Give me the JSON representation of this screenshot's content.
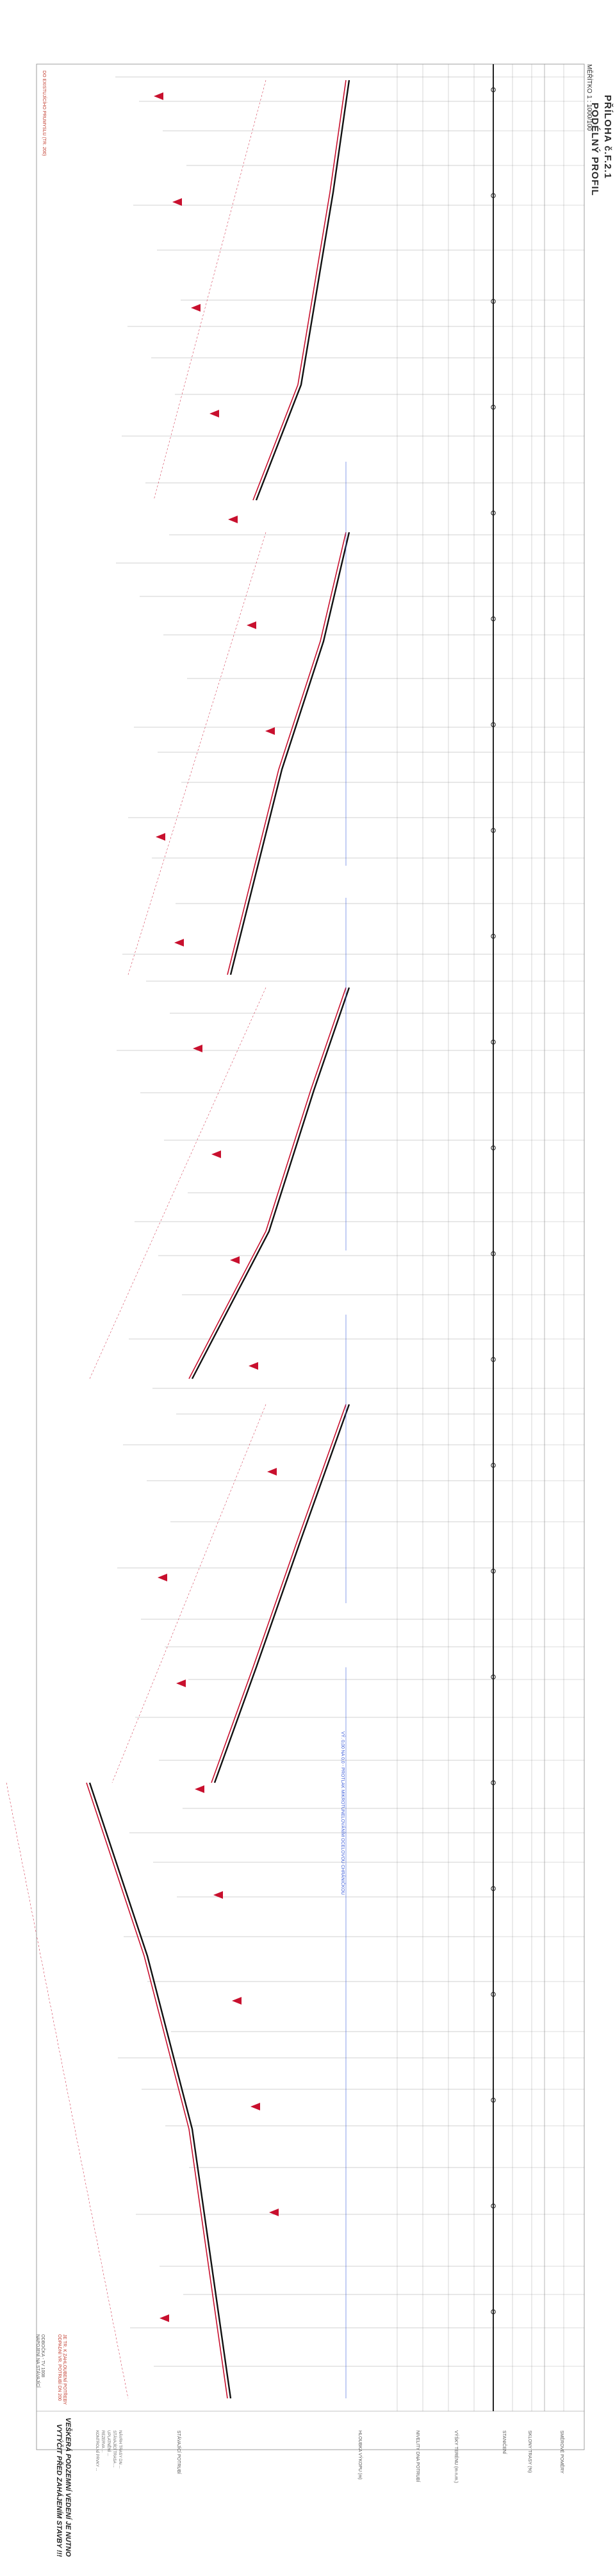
{
  "title_block": {
    "appendix": "PŘÍLOHA č.F.2.1",
    "title": "PODÉLNÝ PROFIL",
    "scale": "MĚŘÍTKO 1 : 1000/100"
  },
  "notes": {
    "main_line1": "VEŠKERÁ PODZEMNÍ VEDENÍ JE NUTNO",
    "main_line2": "VYTÝČIT PŘED ZAHÁJENÍM STAVBY !!!",
    "top_red_note": "DO EXISTUJÍCÍHO PRUMYSLU (TR. 200)",
    "bottom_red_note_1": "JE TR. K ZAHLOUBENÍ POTŘEBY",
    "bottom_red_note_2": "ODPADNÍ VR. POTRUBÍ DN 200",
    "bottom_left_label_1": "ODBOČKA - TV 1008",
    "bottom_left_label_2": "NAPOJENÍ NA STÁVAJÍCÍ"
  },
  "legend": {
    "items": [
      "NÁVRH TRASY DN ...",
      "STÁVAJÍCÍ TRASA ...",
      "UPLATNĚNÍ ...",
      "REZERVA ...",
      "KONTROLNÍ PRVKY ..."
    ]
  },
  "table_labels": {
    "pipe": "STÁVAJÍCÍ POTRUBÍ",
    "depth": "HLOUBKA VÝKOPU (m)",
    "bottom_pipe": "NIVELITY DNA POTRUBÍ",
    "terrain": "VÝŠKY TERÉNU (m n.m.)",
    "chainage": "STANIČENÍ",
    "slope": "SKLONY TRASY (%)",
    "directions": "SMĚROVÉ POMĚRY"
  },
  "annotations": {
    "tunnel_note": "VÝ. 0,00 NA 0,0 - PROTLAK MIKROTUNELOVÁNÍM OCELOVOU CHRÁNIČKOU"
  },
  "colors": {
    "pipe_design": "#c8102e",
    "pipe_existing": "#111111",
    "grid": "#8c8c8c",
    "blue": "#3a5bd9",
    "text": "#333333"
  }
}
